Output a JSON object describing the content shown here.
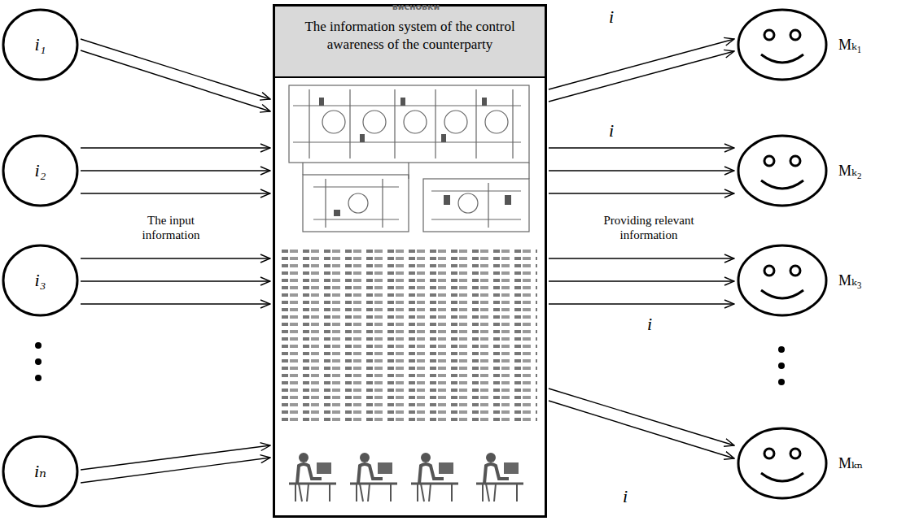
{
  "diagram": {
    "nodes": [
      {
        "text": [
          "i₁"
        ]
      },
      {
        "text": [
          "i₂"
        ]
      },
      {
        "text": [
          "i₃"
        ]
      },
      {
        "text": [
          "iₙ"
        ]
      },
      {
        "text": [
          "The information system of the control awareness of the counterparty"
        ]
      },
      {
        "text": [
          "Mₖ₁"
        ]
      },
      {
        "text": [
          "Mₖ₂"
        ]
      },
      {
        "text": [
          "Mₖ₃"
        ]
      },
      {
        "text": [
          "Mₖₙ"
        ]
      }
    ],
    "edges": [
      {
        "from": 0,
        "to": 4,
        "arrow": "to"
      },
      {
        "from": 0,
        "to": 4,
        "arrow": "to"
      },
      {
        "from": 1,
        "to": 4,
        "arrow": "to"
      },
      {
        "from": 1,
        "to": 4,
        "arrow": "to"
      },
      {
        "from": 1,
        "to": 4,
        "arrow": "to"
      },
      {
        "from": 2,
        "to": 4,
        "arrow": "to"
      },
      {
        "from": 2,
        "to": 4,
        "arrow": "to"
      },
      {
        "from": 2,
        "to": 4,
        "arrow": "to"
      },
      {
        "from": 3,
        "to": 4,
        "arrow": "to"
      },
      {
        "from": 3,
        "to": 4,
        "arrow": "to"
      },
      {
        "from": 4,
        "to": 5,
        "arrow": "to",
        "label": "i"
      },
      {
        "from": 4,
        "to": 5,
        "arrow": "to"
      },
      {
        "from": 4,
        "to": 6,
        "arrow": "to",
        "label": "i"
      },
      {
        "from": 4,
        "to": 6,
        "arrow": "to"
      },
      {
        "from": 4,
        "to": 6,
        "arrow": "to"
      },
      {
        "from": 4,
        "to": 7,
        "arrow": "to"
      },
      {
        "from": 4,
        "to": 7,
        "arrow": "to"
      },
      {
        "from": 4,
        "to": 7,
        "arrow": "to",
        "label": "i"
      },
      {
        "from": 4,
        "to": 8,
        "arrow": "to"
      },
      {
        "from": 4,
        "to": 8,
        "arrow": "to",
        "label": "i"
      }
    ],
    "labels": [
      "висновки",
      "The input information",
      "Providing relevant information"
    ]
  }
}
